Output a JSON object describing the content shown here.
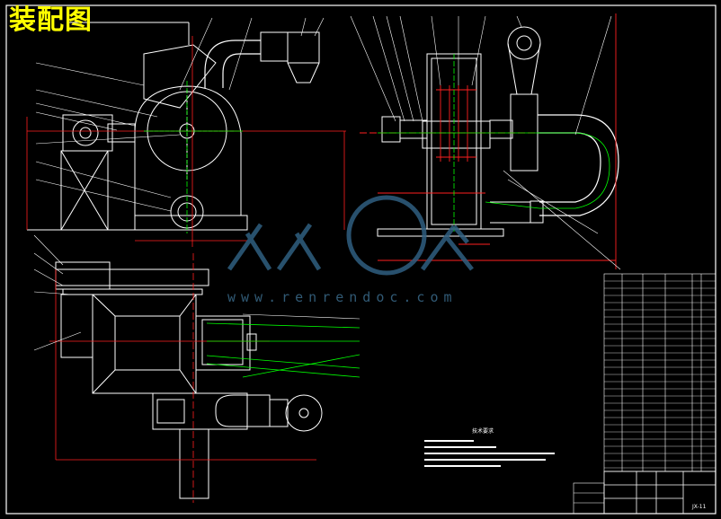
{
  "drawing": {
    "title": "装配图",
    "watermark_url": "www.renrendoc.com",
    "notes_heading": "技术要求",
    "titleblock_code": "JX-11"
  },
  "colors": {
    "background": "#000000",
    "line_white": "#ffffff",
    "line_red": "#ff2020",
    "line_green": "#00ff00",
    "line_yellow": "#ffff00",
    "line_magenta": "#ff00ff",
    "line_cyan": "#00ffff",
    "watermark": "#3a6a8a"
  }
}
